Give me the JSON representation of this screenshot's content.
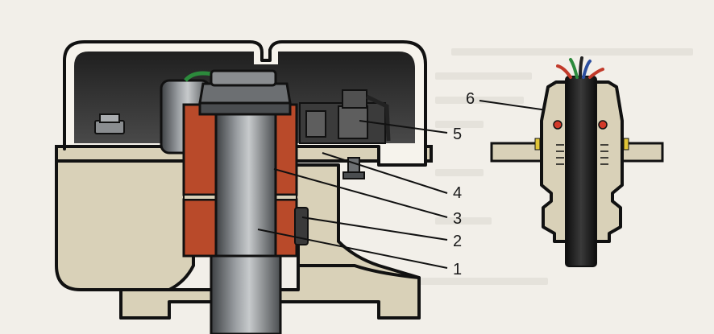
{
  "labels": {
    "l1": "1",
    "l2": "2",
    "l3": "3",
    "l4": "4",
    "l5": "5",
    "l6": "6"
  },
  "colors": {
    "paper": "#f2efe9",
    "housing": "#d9d1b8",
    "outline": "#111111",
    "coil": "#b94a2a",
    "steel": "#6c6f72",
    "cover_dark": "#2e2e2e"
  }
}
